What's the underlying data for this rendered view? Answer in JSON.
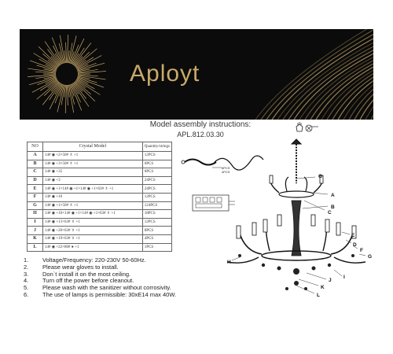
{
  "brand": {
    "name": "Aployt"
  },
  "header": {
    "title": "Model assembly instructions:",
    "code": "APL.812.03.30"
  },
  "parts_table": {
    "headers": {
      "no": "NO",
      "crystal_model": "Crystal   Model",
      "quantity": "Quantity/strings"
    },
    "rows": [
      {
        "no": "A",
        "desc": "14# ◉ +2×50# ♗ +1",
        "qty": "12PCS"
      },
      {
        "no": "B",
        "desc": "14# ◉ +3×50# ♗ +1",
        "qty": "6PCS"
      },
      {
        "no": "C",
        "desc": "14# ◉ +35",
        "qty": "6PCS"
      },
      {
        "no": "D",
        "desc": "14# ◉ +3",
        "qty": "24PCS"
      },
      {
        "no": "E",
        "desc": "14# ◉ +1×14# ◉ +1×14# ◉ +1×63# ♗ +1",
        "qty": "24PCS"
      },
      {
        "no": "F",
        "desc": "14# ◉ +10",
        "qty": "12PCS"
      },
      {
        "no": "G",
        "desc": "14# ◉ +1×50# ♗ +1",
        "qty": "124PCS"
      },
      {
        "no": "H",
        "desc": "14# ◉ +10×14# ◉ +1×14# ◉ +1×63# ♗ +1",
        "qty": "18PCS"
      },
      {
        "no": "I",
        "desc": "14# ◉ +13×63# ♗ +1",
        "qty": "12PCS"
      },
      {
        "no": "J",
        "desc": "14# ◉ +20×63# ♗ +1",
        "qty": "8PCS"
      },
      {
        "no": "K",
        "desc": "14# ◉ +19×63# ♗ +1",
        "qty": "4PCS"
      },
      {
        "no": "L",
        "desc": "14# ◉ +22×80# ● +1",
        "qty": "1PCS"
      }
    ]
  },
  "instructions": [
    {
      "num": "1.",
      "text": "Voltage/Frequency: 220-230V 50-60Hz."
    },
    {
      "num": "2.",
      "text": "Please wear gloves to install."
    },
    {
      "num": "3.",
      "text": "Don`t install it on the most ceiling."
    },
    {
      "num": "4.",
      "text": "Turn off the power before cleanout."
    },
    {
      "num": "5.",
      "text": "Please wash with the sanitizer without corrosivity."
    },
    {
      "num": "6.",
      "text": "The use of lamps is permissible: 30xE14 max 40W."
    }
  ],
  "drawing": {
    "chain_pcs_top": "6PCS",
    "chain_pcs_bottom": "4PCS",
    "labels": [
      "G",
      "A",
      "B",
      "C",
      "E",
      "D",
      "F",
      "G",
      "H",
      "I",
      "J",
      "K",
      "L"
    ]
  },
  "colors": {
    "banner_bg": "#0b0b0b",
    "gold": "#c9a96a"
  },
  "icons": [
    "sunburst-logo",
    "drill-gloves-icon",
    "chandelier-diagram",
    "chain-diagram",
    "terminal-block-diagram"
  ]
}
